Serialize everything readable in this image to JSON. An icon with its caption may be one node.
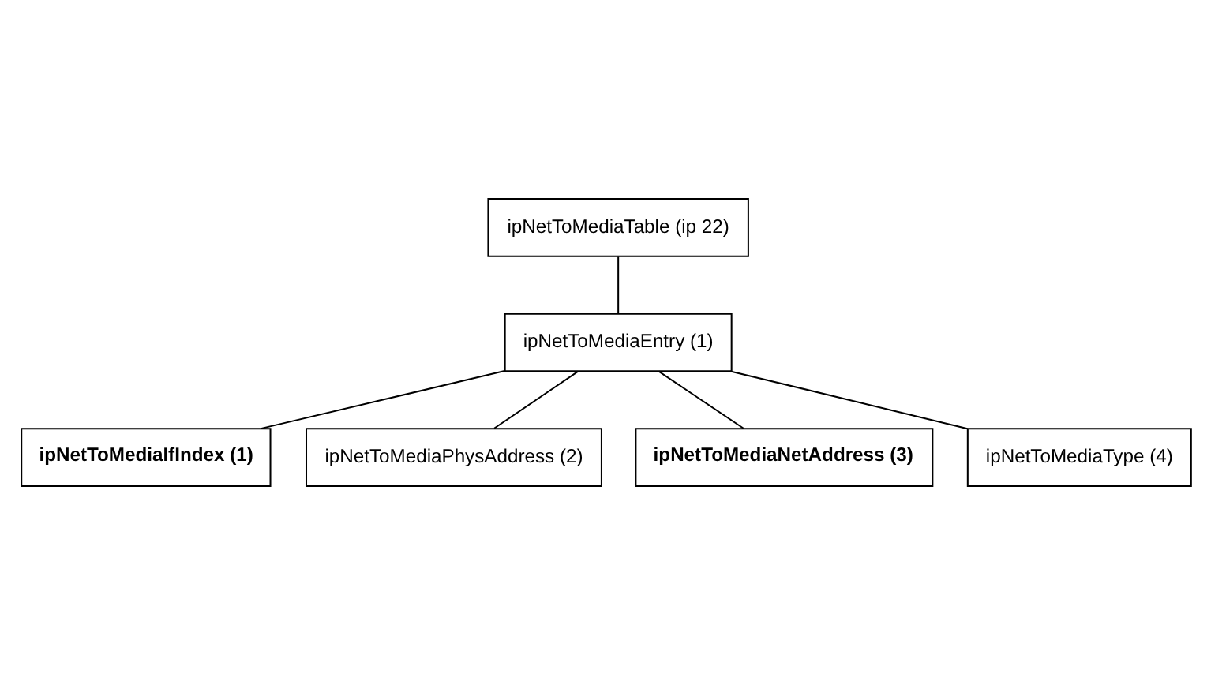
{
  "diagram": {
    "nodes": [
      {
        "text": [
          "ipNetToMediaTable (ip 22)"
        ]
      },
      {
        "text": [
          "ipNetToMediaEntry (1)"
        ]
      },
      {
        "text": [
          "ipNetToMediaIfIndex (1)"
        ]
      },
      {
        "text": [
          "ipNetToMediaPhysAddress (2)"
        ]
      },
      {
        "text": [
          "ipNetToMediaNetAddress (3)"
        ]
      },
      {
        "text": [
          "ipNetToMediaType (4)"
        ]
      }
    ],
    "edges": [
      {
        "from": 0,
        "to": 1,
        "arrow": "none"
      },
      {
        "from": 1,
        "to": 2,
        "arrow": "none"
      },
      {
        "from": 1,
        "to": 3,
        "arrow": "none"
      },
      {
        "from": 1,
        "to": 4,
        "arrow": "none"
      },
      {
        "from": 1,
        "to": 5,
        "arrow": "none"
      }
    ]
  }
}
